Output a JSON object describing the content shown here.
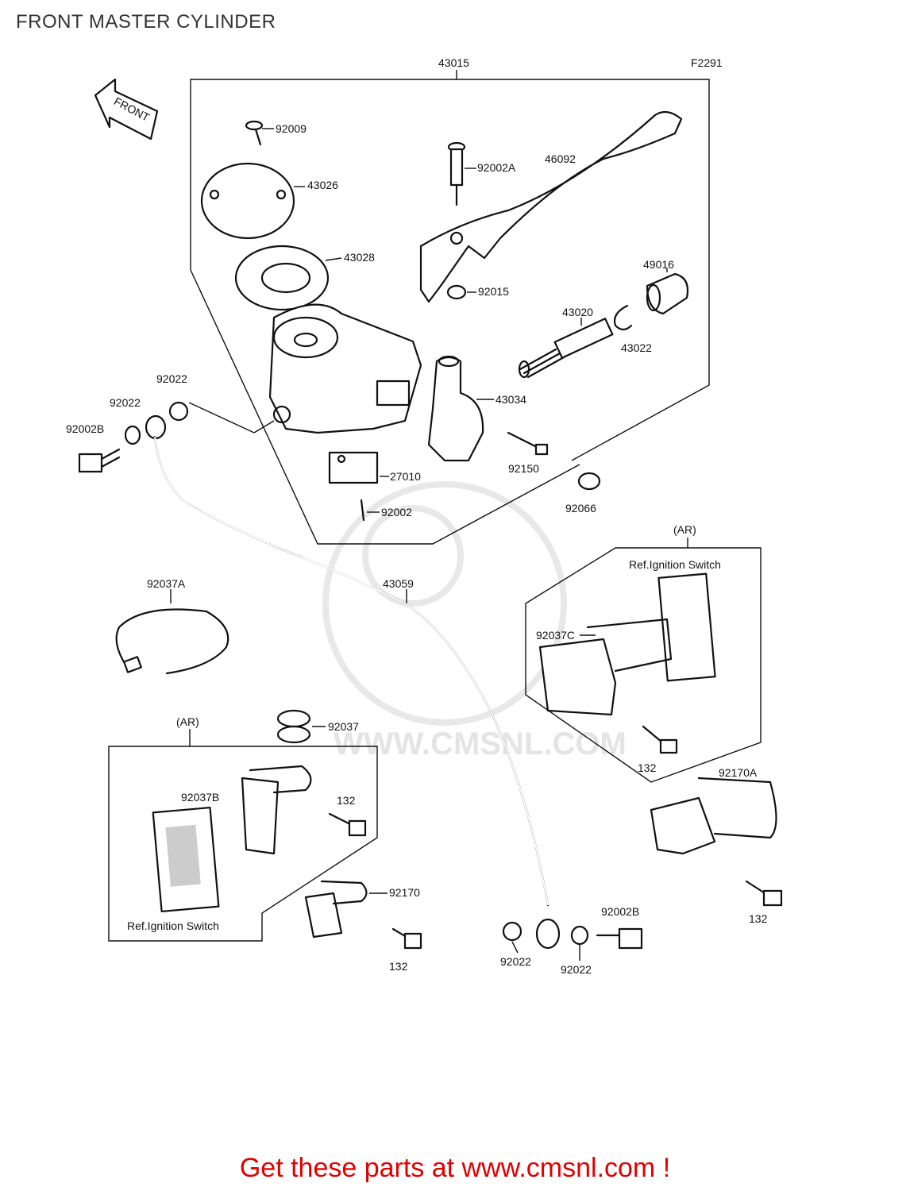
{
  "title": "FRONT MASTER CYLINDER",
  "figure_code": "F2291",
  "front_arrow": "FRONT",
  "watermark": "WWW.CMSNL.COM",
  "footer": "Get these parts at www.cmsnl.com !",
  "labels": {
    "p43015": "43015",
    "p92009": "92009",
    "p43026": "43026",
    "p43028": "43028",
    "p92002A": "92002A",
    "p46092": "46092",
    "p92015": "92015",
    "p49016": "49016",
    "p43020": "43020",
    "p43022": "43022",
    "p43034": "43034",
    "p92022a": "92022",
    "p92022b": "92022",
    "p92002B_l": "92002B",
    "p27010": "27010",
    "p92002": "92002",
    "p92150": "92150",
    "p92066": "92066",
    "p92037A": "92037A",
    "p43059": "43059",
    "ar_right": "(AR)",
    "ref_right": "Ref.Ignition Switch",
    "p92037C": "92037C",
    "p132_r1": "132",
    "p92170A": "92170A",
    "p132_r2": "132",
    "ar_left": "(AR)",
    "p92037": "92037",
    "p92037B": "92037B",
    "p132_l": "132",
    "ref_left": "Ref.Ignition Switch",
    "p92170": "92170",
    "p132_b": "132",
    "p92022c": "92022",
    "p92022d": "92022",
    "p92002B_r": "92002B"
  }
}
